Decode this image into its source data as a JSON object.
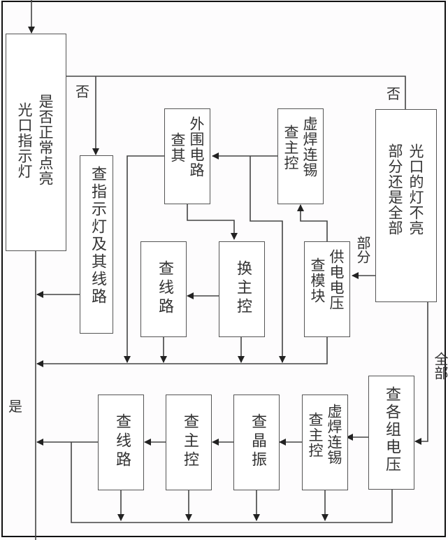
{
  "diagram": {
    "type": "flowchart",
    "colors": {
      "line": "#444444",
      "text": "#333333",
      "border": "#111111"
    },
    "nodes": {
      "start": {
        "lines": [
          "是否正常点亮",
          "光口指示灯"
        ]
      },
      "check_indicator": {
        "lines": [
          "查指示灯及其线路"
        ]
      },
      "check_peripheral": {
        "lines": [
          "外围电路",
          "查其"
        ]
      },
      "check_solder_top": {
        "lines": [
          "虚焊连锡",
          "查主控"
        ]
      },
      "partial_or_all": {
        "lines": [
          "光口的灯不亮",
          "部分还是全部"
        ]
      },
      "check_line_top": {
        "lines": [
          "查线路"
        ]
      },
      "replace_main": {
        "lines": [
          "换主控"
        ]
      },
      "check_power": {
        "lines": [
          "供电电压",
          "查模块"
        ]
      },
      "check_group_voltage": {
        "lines": [
          "查各组电压"
        ]
      },
      "check_solder_bottom": {
        "lines": [
          "虚焊连锡",
          "查主控"
        ]
      },
      "check_crystal": {
        "lines": [
          "查晶振"
        ]
      },
      "check_main": {
        "lines": [
          "查主控"
        ]
      },
      "check_line_bottom": {
        "lines": [
          "查线路"
        ]
      }
    },
    "edge_labels": {
      "no_left": "否",
      "no_right": "否",
      "yes": "是",
      "partial": "部分",
      "all": "全部"
    }
  }
}
